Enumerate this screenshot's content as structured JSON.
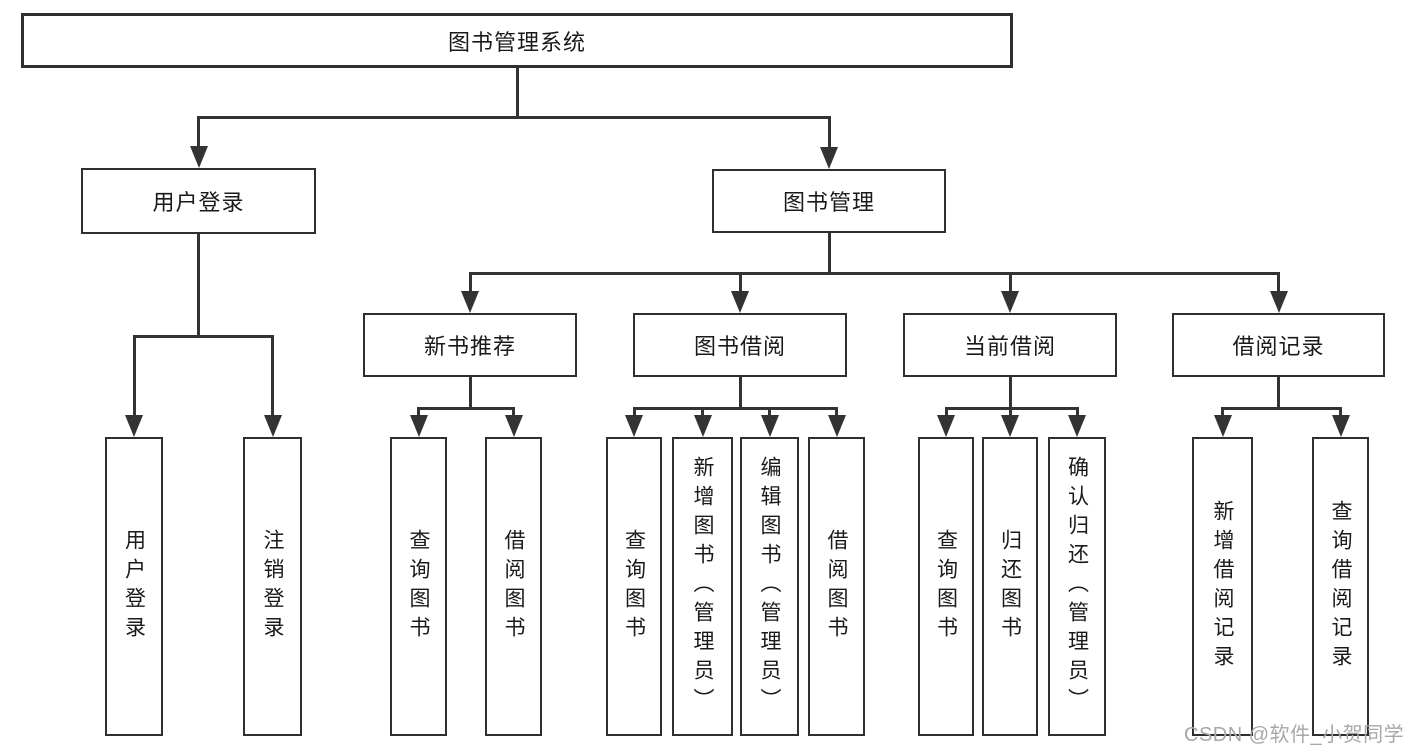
{
  "diagram": {
    "title": "图书管理系统",
    "watermark": "CSDN @软件_小贺同学",
    "colors": {
      "line": "#333333",
      "box_border": "#2f2f2f",
      "text": "#1a1a1a",
      "watermark": "#a8a8a8",
      "background": "#ffffff"
    },
    "nodes": [
      {
        "id": "root",
        "label": "图书管理系统"
      },
      {
        "id": "user-login",
        "label": "用户登录"
      },
      {
        "id": "book-mgmt",
        "label": "图书管理"
      },
      {
        "id": "new-book-rec",
        "label": "新书推荐"
      },
      {
        "id": "book-borrow",
        "label": "图书借阅"
      },
      {
        "id": "current-borrow",
        "label": "当前借阅"
      },
      {
        "id": "borrow-record",
        "label": "借阅记录"
      },
      {
        "id": "leaf-user-login",
        "label": "用户登录"
      },
      {
        "id": "leaf-logout",
        "label": "注销登录"
      },
      {
        "id": "leaf-query-book-1",
        "label": "查询图书"
      },
      {
        "id": "leaf-borrow-book-1",
        "label": "借阅图书"
      },
      {
        "id": "leaf-query-book-2",
        "label": "查询图书"
      },
      {
        "id": "leaf-add-book",
        "label": "新增图书（管理员）"
      },
      {
        "id": "leaf-edit-book",
        "label": "编辑图书（管理员）"
      },
      {
        "id": "leaf-borrow-book-2",
        "label": "借阅图书"
      },
      {
        "id": "leaf-query-book-3",
        "label": "查询图书"
      },
      {
        "id": "leaf-return-book",
        "label": "归还图书"
      },
      {
        "id": "leaf-confirm-return",
        "label": "确认归还（管理员）"
      },
      {
        "id": "leaf-add-record",
        "label": "新增借阅记录"
      },
      {
        "id": "leaf-query-record",
        "label": "查询借阅记录"
      }
    ],
    "edges": [
      {
        "from": "root",
        "to": [
          "user-login",
          "book-mgmt"
        ]
      },
      {
        "from": "user-login",
        "to": [
          "leaf-user-login",
          "leaf-logout"
        ]
      },
      {
        "from": "book-mgmt",
        "to": [
          "new-book-rec",
          "book-borrow",
          "current-borrow",
          "borrow-record"
        ]
      },
      {
        "from": "new-book-rec",
        "to": [
          "leaf-query-book-1",
          "leaf-borrow-book-1"
        ]
      },
      {
        "from": "book-borrow",
        "to": [
          "leaf-query-book-2",
          "leaf-add-book",
          "leaf-edit-book",
          "leaf-borrow-book-2"
        ]
      },
      {
        "from": "current-borrow",
        "to": [
          "leaf-query-book-3",
          "leaf-return-book",
          "leaf-confirm-return"
        ]
      },
      {
        "from": "borrow-record",
        "to": [
          "leaf-add-record",
          "leaf-query-record"
        ]
      }
    ]
  }
}
